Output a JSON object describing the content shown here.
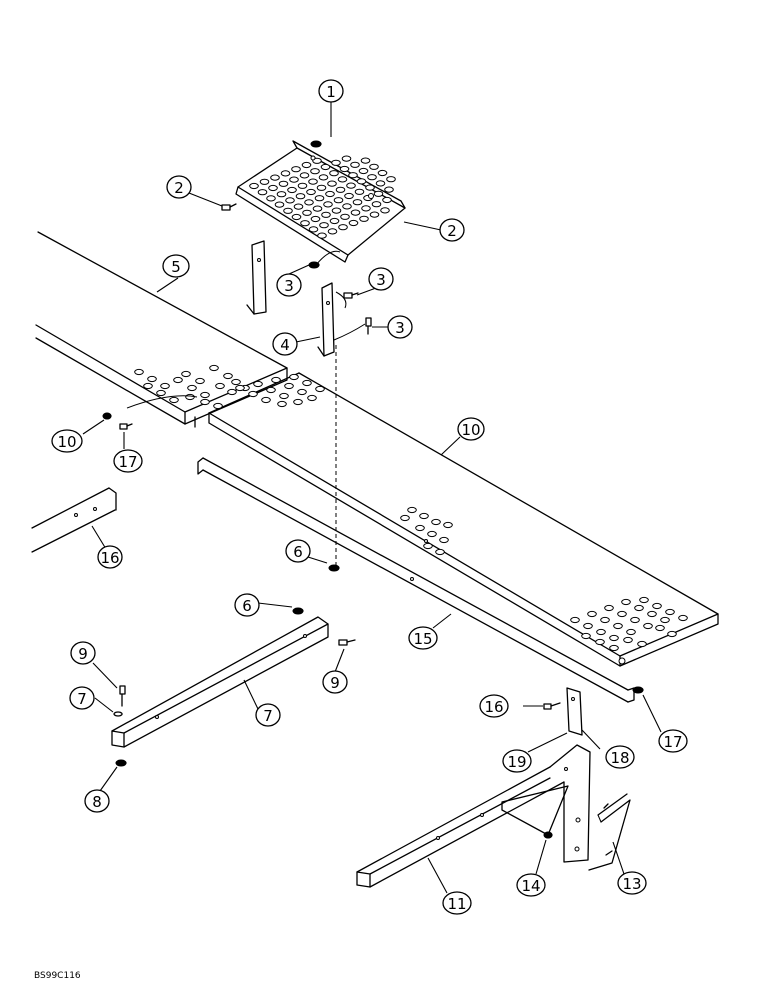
{
  "figure_code": "BS99C116",
  "callouts": [
    {
      "label": "1",
      "part": "step-platform"
    },
    {
      "label": "2",
      "part": "bolt"
    },
    {
      "label": "2",
      "part": "bolt"
    },
    {
      "label": "3",
      "part": "nut"
    },
    {
      "label": "3",
      "part": "nut"
    },
    {
      "label": "3",
      "part": "nut"
    },
    {
      "label": "4",
      "part": "bolt"
    },
    {
      "label": "5",
      "part": "step-bracket"
    },
    {
      "label": "10",
      "part": "walkway-board"
    },
    {
      "label": "10",
      "part": "walkway-board"
    },
    {
      "label": "17",
      "part": "nut"
    },
    {
      "label": "16",
      "part": "bolt"
    },
    {
      "label": "6",
      "part": "support-tube"
    },
    {
      "label": "6",
      "part": "support-tube"
    },
    {
      "label": "9",
      "part": "nut"
    },
    {
      "label": "9",
      "part": "nut"
    },
    {
      "label": "7",
      "part": "bolt"
    },
    {
      "label": "7",
      "part": "bolt"
    },
    {
      "label": "8",
      "part": "washer"
    },
    {
      "label": "15",
      "part": "channel-rail"
    },
    {
      "label": "16",
      "part": "bolt"
    },
    {
      "label": "17",
      "part": "nut"
    },
    {
      "label": "18",
      "part": "plate"
    },
    {
      "label": "19",
      "part": "spacer"
    },
    {
      "label": "11",
      "part": "support-arm"
    },
    {
      "label": "14",
      "part": "nut"
    },
    {
      "label": "13",
      "part": "u-bolt"
    }
  ]
}
